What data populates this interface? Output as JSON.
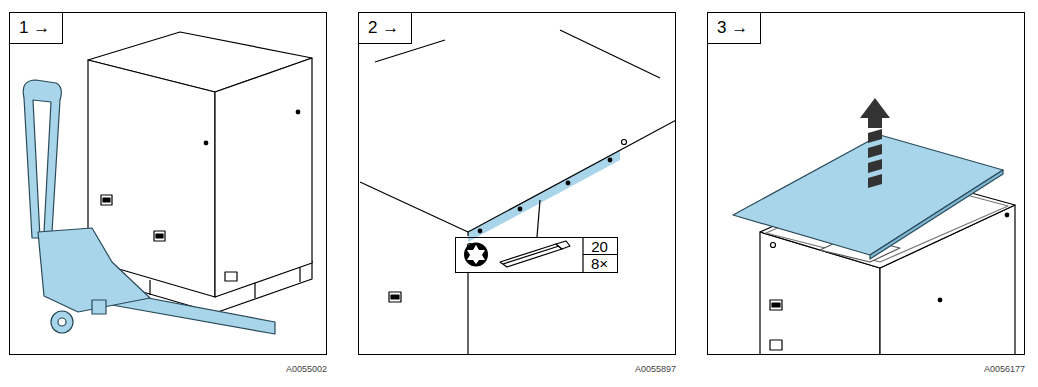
{
  "diagram": {
    "nodes": [
      {
        "text": [
          "1 →"
        ]
      },
      {
        "text": [
          "2 →"
        ]
      },
      {
        "text": [
          "20",
          "8×"
        ],
        "in": 1
      },
      {
        "text": [
          "3 →"
        ]
      }
    ],
    "labels": [
      "A0055002",
      "A0055897",
      "A0056177"
    ]
  }
}
